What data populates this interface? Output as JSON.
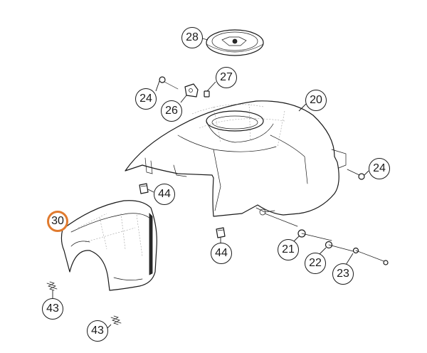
{
  "diagram": {
    "highlight_color": "#e07a2e",
    "callouts": {
      "c28": "28",
      "c27": "27",
      "c24a": "24",
      "c26": "26",
      "c20": "20",
      "c24b": "24",
      "c44a": "44",
      "c30": "30",
      "c44b": "44",
      "c21": "21",
      "c22": "22",
      "c23": "23",
      "c43a": "43",
      "c43b": "43"
    },
    "highlighted_part": "30"
  }
}
